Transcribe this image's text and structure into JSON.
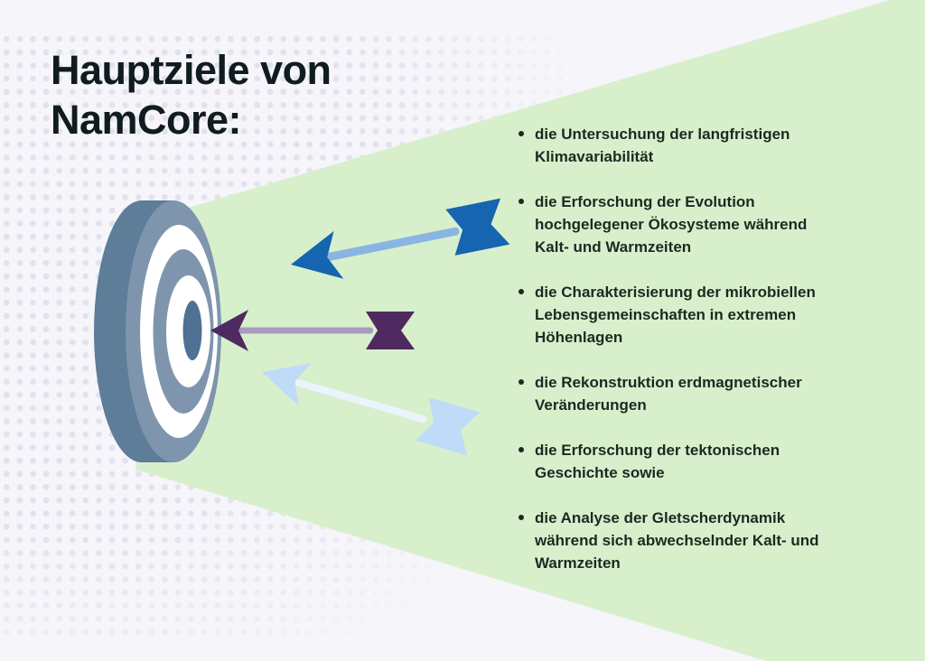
{
  "title": {
    "line1": "Hauptziele von",
    "line2": "NamCore:"
  },
  "bullets": [
    "die Untersuchung der langfristigen Klimavariabilität",
    "die Erforschung der Evolution hochgelegener Ökosysteme während Kalt- und Warmzeiten",
    "die Charakterisierung der mikrobiellen Lebensgemeinschaften in extremen Höhenlagen",
    "die Rekonstruktion erdmagnetischer Veränderungen",
    "die Erforschung der tektonischen Geschichte sowie",
    "die Analyse der Gletscherdynamik während sich abwechselnder Kalt- und Warmzeiten"
  ],
  "icons": {
    "target": "bullseye-target-icon",
    "arrow_blue": "arrow-icon",
    "arrow_purple": "arrow-icon",
    "arrow_lightblue": "arrow-icon"
  },
  "colors": {
    "background": "#f5f5fa",
    "dots": "#e3e1f0",
    "beam_green": "#d8efcc",
    "title_text": "#101c1e",
    "bullet_text": "#1a2a21",
    "target_ring": "#7e95ad",
    "target_side": "#5d7d99",
    "target_center": "#4e7194",
    "target_white": "#ffffff",
    "arrow_blue": "#1565b0",
    "arrow_blue_shaft": "#8ab5e3",
    "arrow_purple": "#4f2a60",
    "arrow_purple_shaft": "#a89bbd",
    "arrow_lightblue": "#bedcf8",
    "arrow_lightblue_shaft": "#eaf4fd"
  }
}
